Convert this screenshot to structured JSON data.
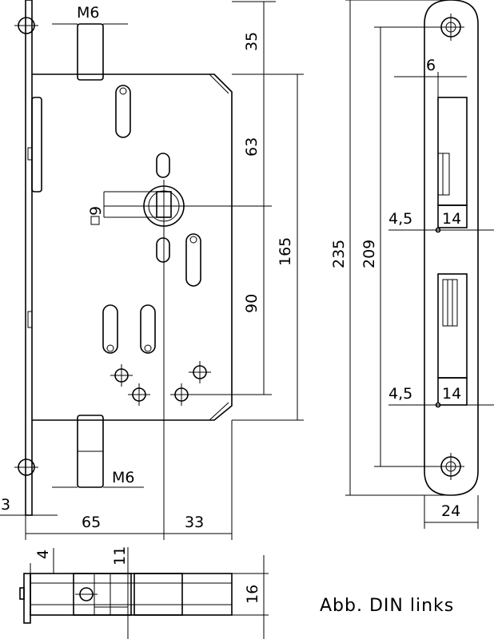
{
  "dimensions": {
    "m6_top": "M6",
    "d35": "35",
    "d63": "63",
    "d165": "165",
    "d90": "90",
    "d9": "9",
    "m6_bottom": "M6",
    "d3": "3",
    "d65": "65",
    "d33": "33",
    "d235": "235",
    "d209": "209",
    "d6": "6",
    "d4_5_top": "4,5",
    "d14_top": "14",
    "d4_5_bottom": "4,5",
    "d14_bottom": "14",
    "d24": "24",
    "d4": "4",
    "d11": "11",
    "d16": "16"
  },
  "caption": "Abb. DIN links",
  "square_symbol": "□"
}
